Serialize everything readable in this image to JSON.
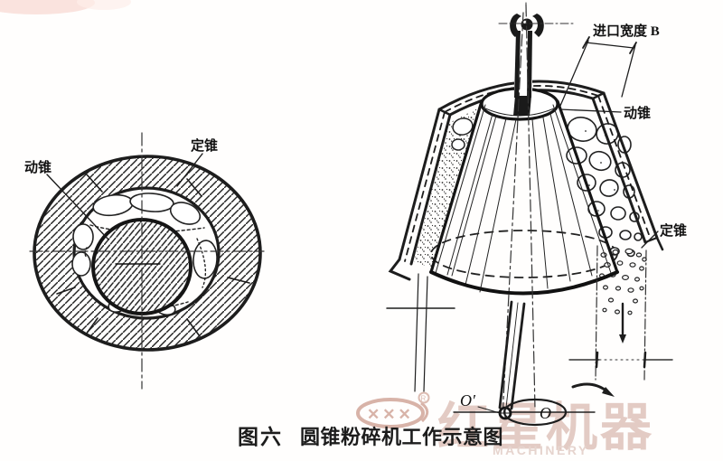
{
  "caption": {
    "figure_no": "图六",
    "title": "圆锥粉碎机工作示意图"
  },
  "left_view": {
    "label_moving_cone": "动锥",
    "label_fixed_cone": "定锥"
  },
  "right_view": {
    "label_inlet_width": "进口宽度 B",
    "label_moving_cone": "动锥",
    "label_fixed_cone": "定锥",
    "label_axis_point_moving": "O′",
    "label_axis_point_fixed": "O"
  },
  "watermark": {
    "stars": "✕✕✕",
    "registered": "R",
    "brand_cn": "红星机器",
    "brand_en": "MACHINERY"
  },
  "colors": {
    "ink": "#1f1f1f",
    "watermark_pink": "#e3cbc4",
    "background": "#fffefd"
  }
}
